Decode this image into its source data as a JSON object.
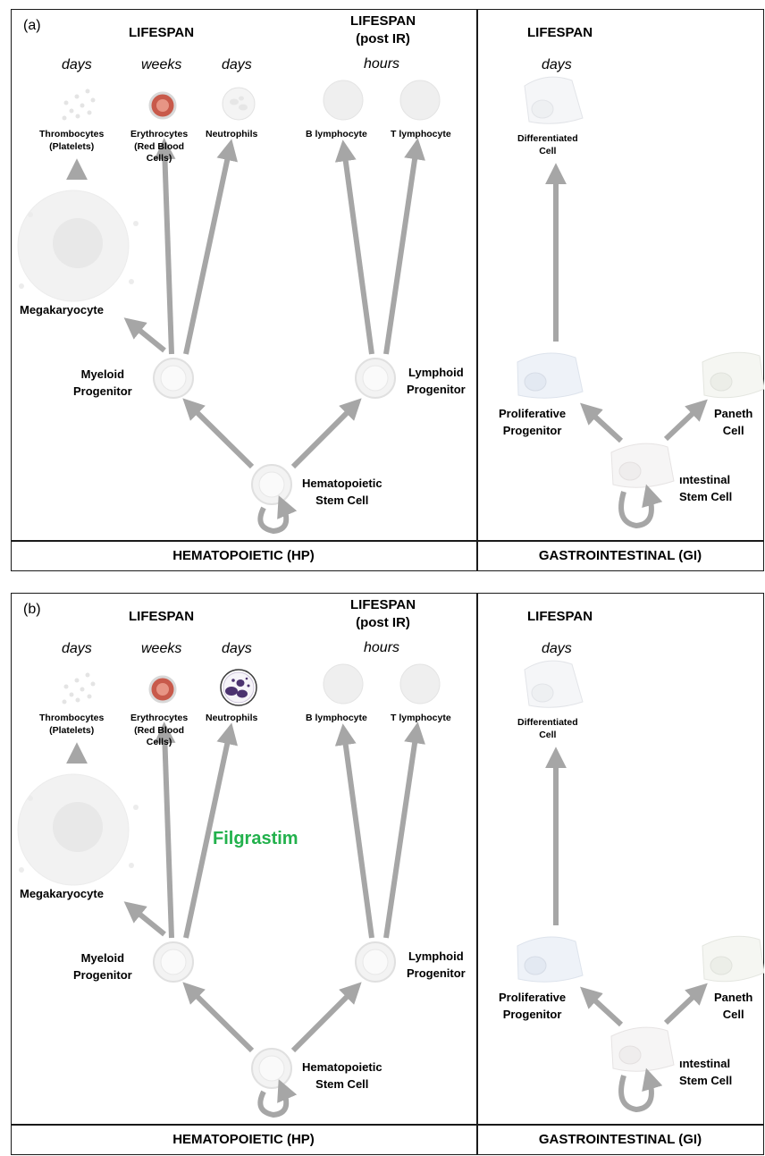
{
  "panels": [
    {
      "label": "(a)",
      "hp": {
        "lifespan": "LIFESPAN",
        "lifespan_post_ir_line1": "LIFESPAN",
        "lifespan_post_ir_line2": "(post IR)",
        "time_thrombocytes": "days",
        "time_erythrocytes": "weeks",
        "time_neutrophils": "days",
        "time_lymphocytes": "hours",
        "thrombocytes_line1": "Thrombocytes",
        "thrombocytes_line2": "(Platelets)",
        "erythrocytes_line1": "Erythrocytes",
        "erythrocytes_line2": "(Red Blood",
        "erythrocytes_line3": "Cells)",
        "neutrophils": "Neutrophils",
        "b_lymphocyte": "B lymphocyte",
        "t_lymphocyte": "T lymphocyte",
        "megakaryocyte": "Megakaryocyte",
        "myeloid_line1": "Myeloid",
        "myeloid_line2": "Progenitor",
        "lymphoid_line1": "Lymphoid",
        "lymphoid_line2": "Progenitor",
        "hsc_line1": "Hematopoietic",
        "hsc_line2": "Stem Cell",
        "footer": "HEMATOPOIETIC (HP)"
      },
      "gi": {
        "lifespan": "LIFESPAN",
        "time": "days",
        "differentiated_line1": "Differentiated",
        "differentiated_line2": "Cell",
        "proliferative_line1": "Proliferative",
        "proliferative_line2": "Progenitor",
        "paneth_line1": "Paneth",
        "paneth_line2": "Cell",
        "isc_line1": "ıntestinal",
        "isc_line2": "Stem Cell",
        "footer": "GASTROINTESTINAL (GI)"
      }
    },
    {
      "label": "(b)",
      "drug": "Filgrastim",
      "hp": {
        "lifespan": "LIFESPAN",
        "lifespan_post_ir_line1": "LIFESPAN",
        "lifespan_post_ir_line2": "(post IR)",
        "time_thrombocytes": "days",
        "time_erythrocytes": "weeks",
        "time_neutrophils": "days",
        "time_lymphocytes": "hours",
        "thrombocytes_line1": "Thrombocytes",
        "thrombocytes_line2": "(Platelets)",
        "erythrocytes_line1": "Erythrocytes",
        "erythrocytes_line2": "(Red Blood",
        "erythrocytes_line3": "Cells)",
        "neutrophils": "Neutrophils",
        "b_lymphocyte": "B lymphocyte",
        "t_lymphocyte": "T lymphocyte",
        "megakaryocyte": "Megakaryocyte",
        "myeloid_line1": "Myeloid",
        "myeloid_line2": "Progenitor",
        "lymphoid_line1": "Lymphoid",
        "lymphoid_line2": "Progenitor",
        "hsc_line1": "Hematopoietic",
        "hsc_line2": "Stem Cell",
        "footer": "HEMATOPOIETIC (HP)"
      },
      "gi": {
        "lifespan": "LIFESPAN",
        "time": "days",
        "differentiated_line1": "Differentiated",
        "differentiated_line2": "Cell",
        "proliferative_line1": "Proliferative",
        "proliferative_line2": "Progenitor",
        "paneth_line1": "Paneth",
        "paneth_line2": "Cell",
        "isc_line1": "ıntestinal",
        "isc_line2": "Stem Cell",
        "footer": "GASTROINTESTINAL (GI)"
      }
    }
  ],
  "colors": {
    "arrow": "#a6a6a6",
    "cell_outline": "#e2e2e2",
    "erythrocyte": "#d96a5a",
    "neutrophil_active": "#5a3d7a",
    "drug": "#22b14c"
  }
}
